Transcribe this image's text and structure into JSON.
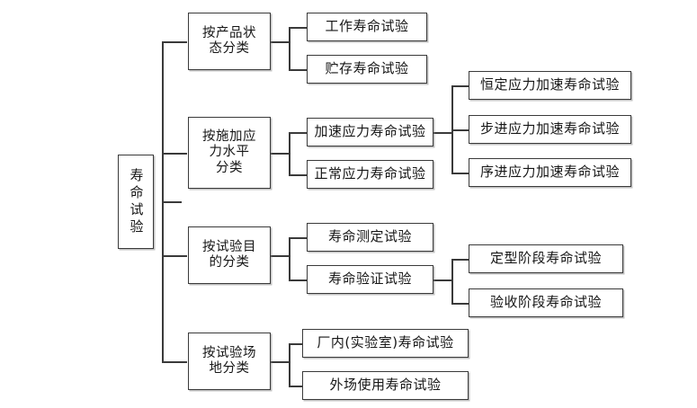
{
  "diagram": {
    "type": "tree",
    "title": "寿命试验分类",
    "orientation": "left-to-right",
    "root": {
      "label": "寿命试验",
      "label_vertical": "寿命试验"
    },
    "branches": [
      {
        "label": "按产品状态分类",
        "children": [
          {
            "label": "工作寿命试验",
            "children": []
          },
          {
            "label": "贮存寿命试验",
            "children": []
          }
        ]
      },
      {
        "label": "按施加应力水平分类",
        "children": [
          {
            "label": "加速应力寿命试验",
            "children": [
              {
                "label": "恒定应力加速寿命试验"
              },
              {
                "label": "步进应力加速寿命试验"
              },
              {
                "label": "序进应力加速寿命试验"
              }
            ]
          },
          {
            "label": "正常应力寿命试验",
            "children": []
          }
        ]
      },
      {
        "label": "按试验目的分类",
        "children": [
          {
            "label": "寿命测定试验",
            "children": []
          },
          {
            "label": "寿命验证试验",
            "children": [
              {
                "label": "定型阶段寿命试验"
              },
              {
                "label": "验收阶段寿命试验"
              }
            ]
          }
        ]
      },
      {
        "label": "按试验场地分类",
        "children": [
          {
            "label": "厂内(实验室)寿命试验",
            "children": []
          },
          {
            "label": "外场使用寿命试验",
            "children": []
          }
        ]
      }
    ],
    "nodes": {
      "root": "寿命试验",
      "b1": "按产品状\n态分类",
      "b1c1": "工作寿命试验",
      "b1c2": "贮存寿命试验",
      "b2": "按施加应\n力水平\n分类",
      "b2c1": "加速应力寿命试验",
      "b2c2": "正常应力寿命试验",
      "b2c1g1": "恒定应力加速寿命试验",
      "b2c1g2": "步进应力加速寿命试验",
      "b2c1g3": "序进应力加速寿命试验",
      "b3": "按试验目\n的分类",
      "b3c1": "寿命测定试验",
      "b3c2": "寿命验证试验",
      "b3c2g1": "定型阶段寿命试验",
      "b3c2g2": "验收阶段寿命试验",
      "b4": "按试验场\n地分类",
      "b4c1": "厂内(实验室)寿命试验",
      "b4c2": "外场使用寿命试验"
    },
    "colors": {
      "background": "#ffffff",
      "box_fill": "#ffffff",
      "box_border": "#3a3a3a",
      "text": "#161616",
      "connector": "#3a3a3a"
    }
  }
}
